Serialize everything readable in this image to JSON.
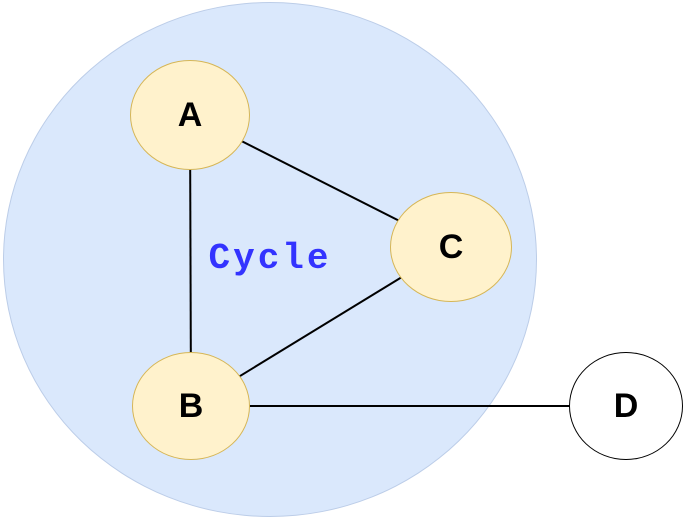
{
  "diagram": {
    "title": "cycle-graph-diagram",
    "cluster": {
      "label": "Cycle"
    },
    "nodes": [
      {
        "id": "A",
        "label": "A",
        "in_cycle": true
      },
      {
        "id": "B",
        "label": "B",
        "in_cycle": true
      },
      {
        "id": "C",
        "label": "C",
        "in_cycle": true
      },
      {
        "id": "D",
        "label": "D",
        "in_cycle": false
      }
    ],
    "edges": [
      {
        "from": "A",
        "to": "B"
      },
      {
        "from": "A",
        "to": "C"
      },
      {
        "from": "B",
        "to": "C"
      },
      {
        "from": "B",
        "to": "D"
      }
    ]
  },
  "colors": {
    "cluster_fill": "#dae8fc",
    "cluster_border": "#bccde8",
    "cluster_label": "#3333ff",
    "node_fill": "#fff2cc",
    "node_border": "#d6b656",
    "node_d_fill": "#ffffff",
    "node_d_border": "#000000",
    "edge": "#000000"
  }
}
